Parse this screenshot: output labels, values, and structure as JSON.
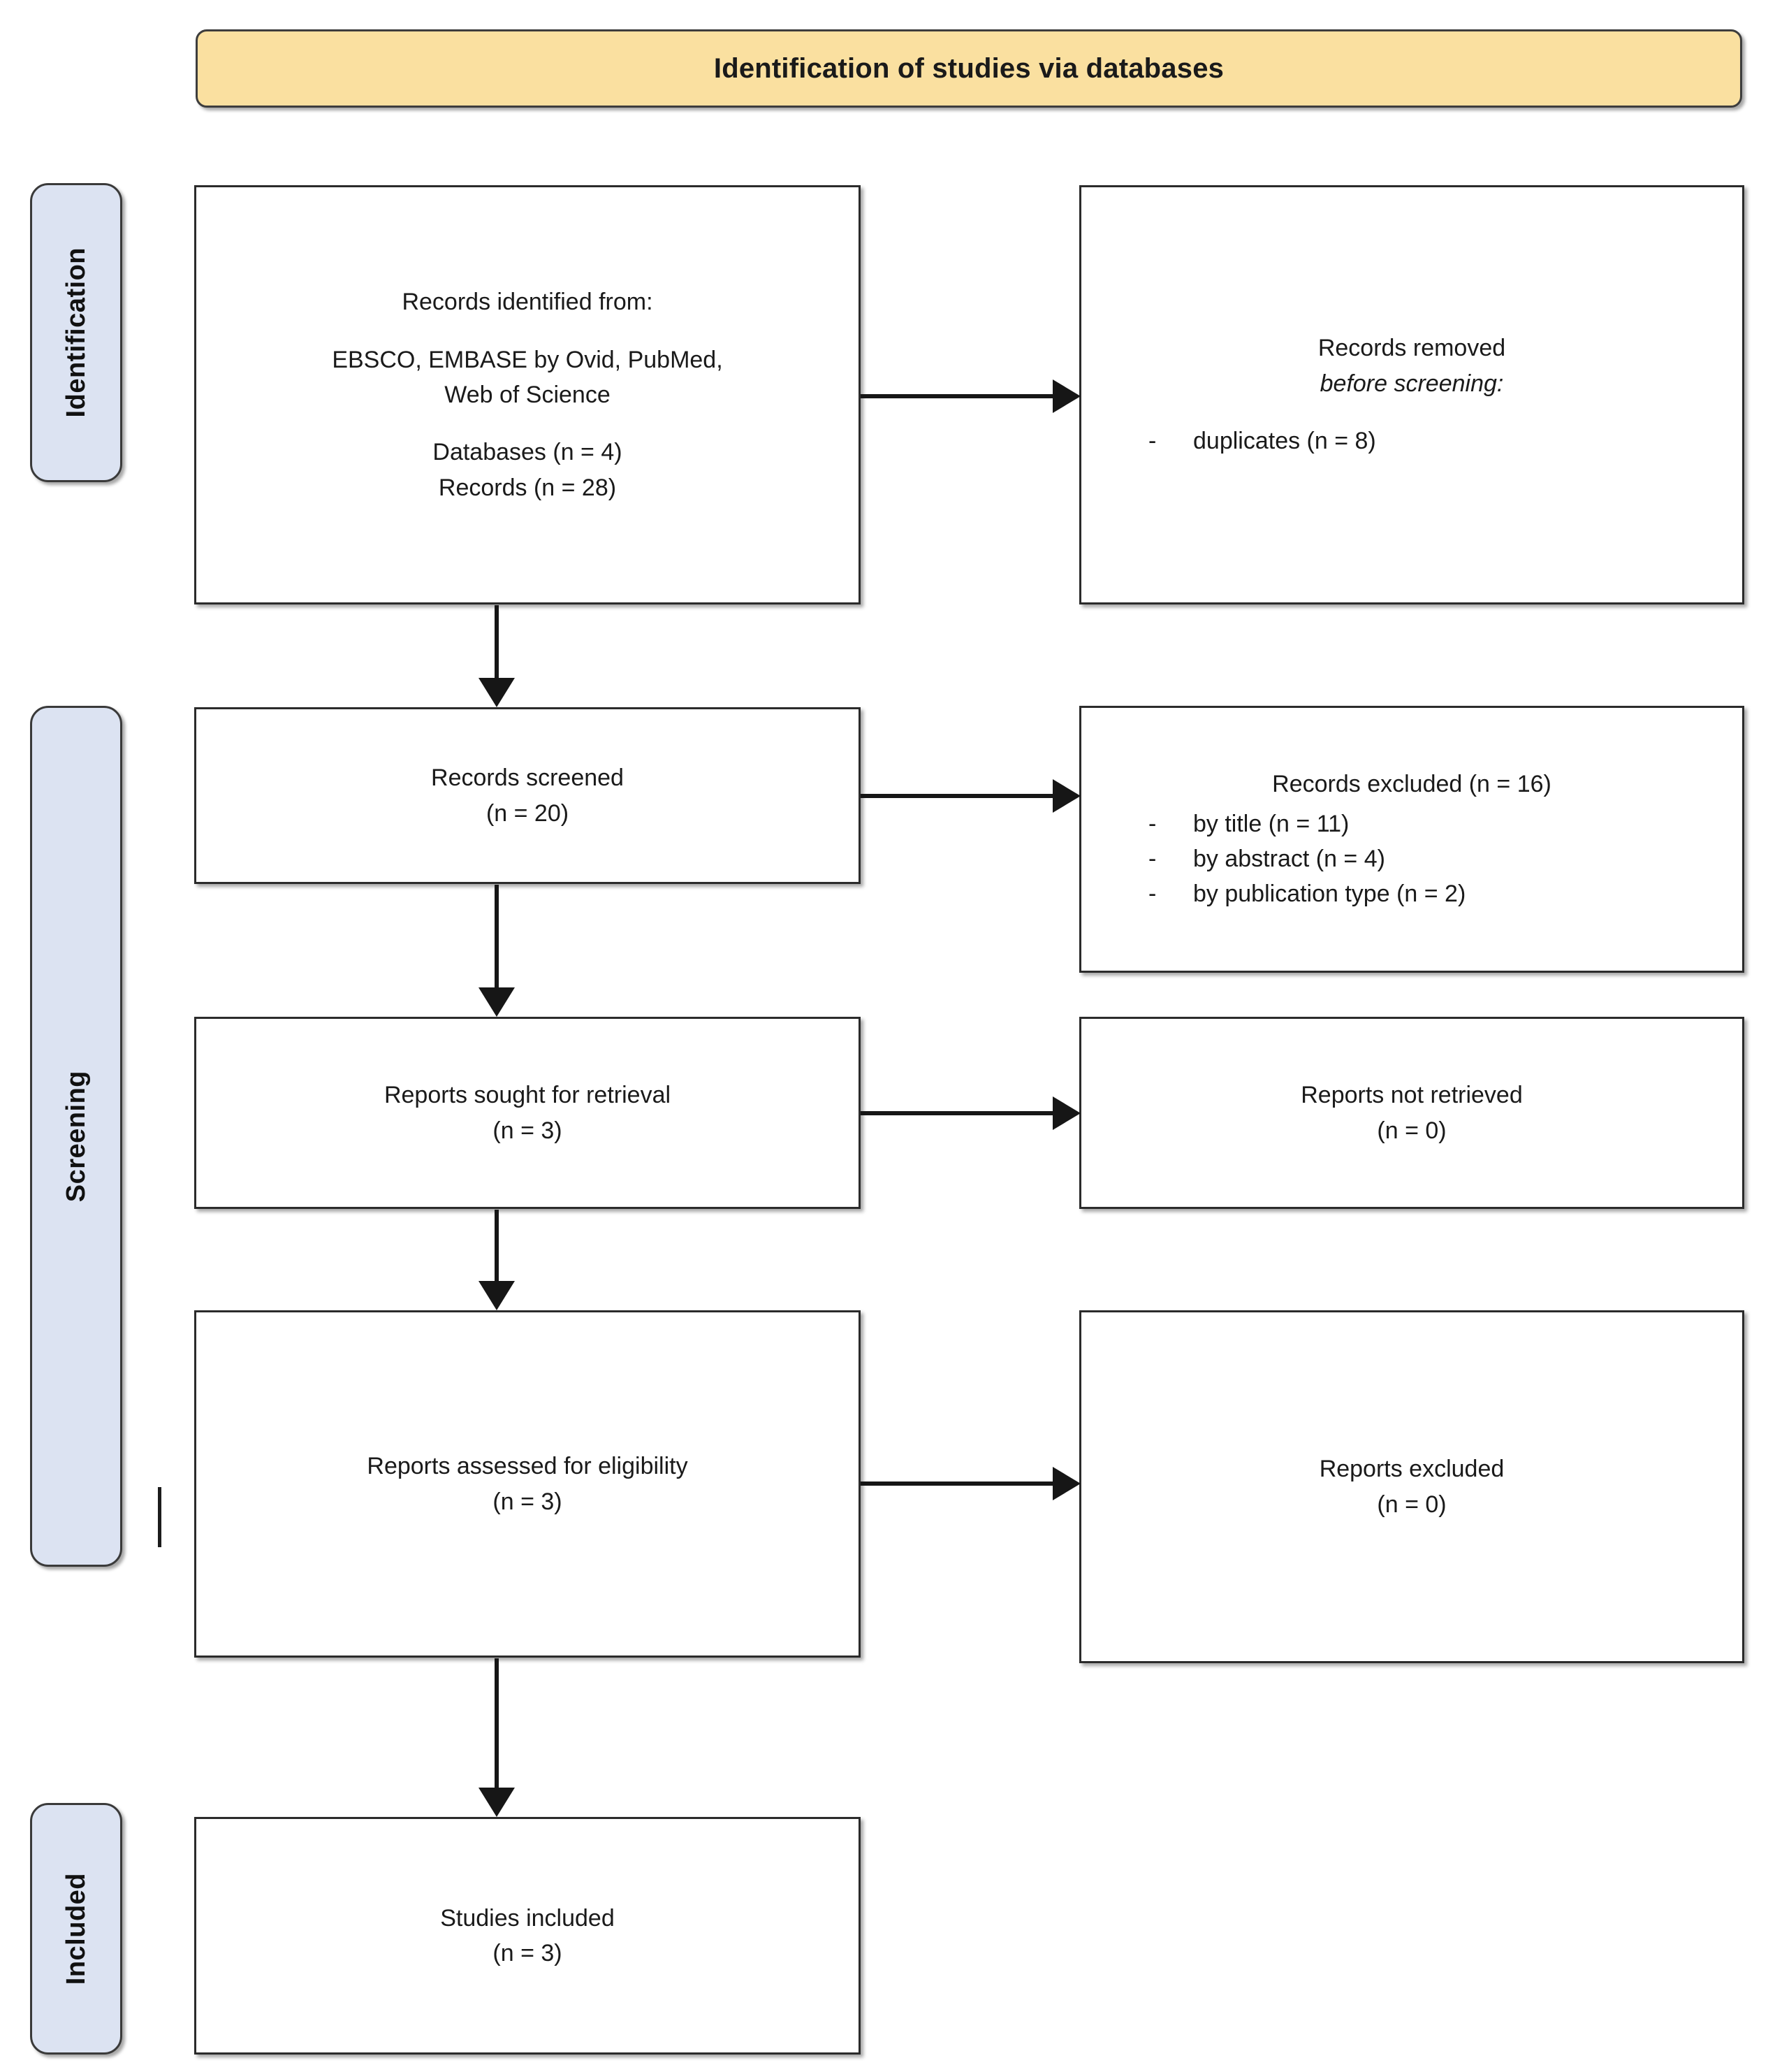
{
  "banner": {
    "title": "Identification of studies via databases"
  },
  "stages": [
    {
      "id": "identification",
      "label": "Identification"
    },
    {
      "id": "screening",
      "label": "Screening"
    },
    {
      "id": "included",
      "label": "Included"
    }
  ],
  "boxes": {
    "identified": {
      "heading": "Records identified from:",
      "sources": "EBSCO, EMBASE by Ovid, PubMed, Web of Science",
      "sources_line1": "EBSCO, EMBASE by Ovid, PubMed,",
      "sources_line2": "Web of Science",
      "databases": "Databases (n = 4)",
      "records": "Records (n = 28)"
    },
    "removed": {
      "line1": "Records removed",
      "line2": "before screening:",
      "bullet_dash": "-",
      "bullet1": "duplicates (n = 8)"
    },
    "screened": {
      "line1": "Records screened",
      "line2": "(n = 20)"
    },
    "excluded_records": {
      "heading": "Records excluded (n = 16)",
      "bullet_dash": "-",
      "bullet1": "by title (n = 11)",
      "bullet2": "by abstract (n = 4)",
      "bullet3": "by publication type (n = 2)"
    },
    "sought": {
      "line1": "Reports sought for retrieval",
      "line2": "(n = 3)"
    },
    "not_retrieved": {
      "line1": "Reports not retrieved",
      "line2": "(n = 0)"
    },
    "assessed": {
      "line1": "Reports assessed for eligibility",
      "line2": "(n = 3)"
    },
    "excluded_reports": {
      "line1": "Reports excluded",
      "line2": "(n = 0)"
    },
    "included": {
      "line1": "Studies included",
      "line2": "(n = 3)"
    }
  },
  "chart_data": {
    "type": "diagram",
    "title": "Identification of studies via databases",
    "flow": [
      {
        "stage": "Identification",
        "node": "Records identified from databases",
        "n": 28,
        "databases": 4
      },
      {
        "stage": "Identification",
        "node": "Records removed before screening - duplicates",
        "n": 8
      },
      {
        "stage": "Screening",
        "node": "Records screened",
        "n": 20
      },
      {
        "stage": "Screening",
        "node": "Records excluded",
        "n": 16,
        "breakdown": {
          "by title": 11,
          "by abstract": 4,
          "by publication type": 2
        }
      },
      {
        "stage": "Screening",
        "node": "Reports sought for retrieval",
        "n": 3
      },
      {
        "stage": "Screening",
        "node": "Reports not retrieved",
        "n": 0
      },
      {
        "stage": "Screening",
        "node": "Reports assessed for eligibility",
        "n": 3
      },
      {
        "stage": "Screening",
        "node": "Reports excluded",
        "n": 0
      },
      {
        "stage": "Included",
        "node": "Studies included",
        "n": 3
      }
    ],
    "databases": [
      "EBSCO",
      "EMBASE by Ovid",
      "PubMed",
      "Web of Science"
    ]
  },
  "colors": {
    "banner_fill": "#FAE0A0",
    "stage_fill": "#DCE3F2",
    "box_border": "#2b2b2b",
    "arrow": "#161616"
  }
}
